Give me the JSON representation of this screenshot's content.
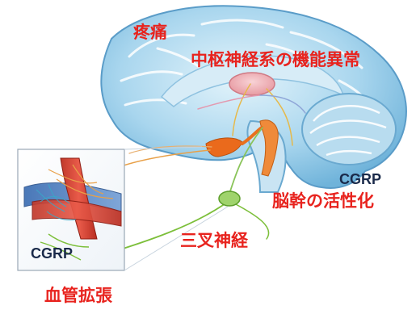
{
  "labels": {
    "pain": "疼痛",
    "cns_dysfunction": "中枢神経系の機能異常",
    "brainstem_activation": "脳幹の活性化",
    "trigeminal_nerve": "三叉神経",
    "vasodilation": "血管拡張",
    "cgrp_brain": "CGRP",
    "cgrp_vessel": "CGRP"
  },
  "colors": {
    "label_red": "#e8231e",
    "label_navy": "#1a2a4a",
    "brain_blue": "#9fd0ea",
    "brain_light": "#d9eef8",
    "nerve_green": "#7cbf3a",
    "nerve_orange": "#e8701e"
  }
}
